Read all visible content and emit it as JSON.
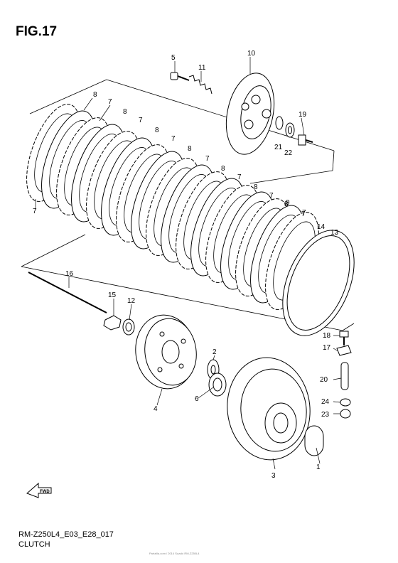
{
  "figure": {
    "title": "FIG.17",
    "model_code": "RM-Z250L4_E03_E28_017",
    "section_name": "CLUTCH",
    "footer_note": "Partzilla.com / 2014 Suzuki RM-Z250L4",
    "forward_arrow_label": "FWD"
  },
  "callouts": [
    {
      "text": "5"
    },
    {
      "text": "10"
    },
    {
      "text": "11"
    },
    {
      "text": "8"
    },
    {
      "text": "7"
    },
    {
      "text": "8"
    },
    {
      "text": "7"
    },
    {
      "text": "8"
    },
    {
      "text": "7"
    },
    {
      "text": "8"
    },
    {
      "text": "7"
    },
    {
      "text": "8"
    },
    {
      "text": "7"
    },
    {
      "text": "8"
    },
    {
      "text": "7"
    },
    {
      "text": "8"
    },
    {
      "text": "7"
    },
    {
      "text": "9"
    },
    {
      "text": "7"
    },
    {
      "text": "14"
    },
    {
      "text": "13"
    },
    {
      "text": "19"
    },
    {
      "text": "21"
    },
    {
      "text": "22"
    },
    {
      "text": "7"
    },
    {
      "text": "16"
    },
    {
      "text": "15"
    },
    {
      "text": "12"
    },
    {
      "text": "2"
    },
    {
      "text": "6"
    },
    {
      "text": "4"
    },
    {
      "text": "3"
    },
    {
      "text": "18"
    },
    {
      "text": "17"
    },
    {
      "text": "20"
    },
    {
      "text": "24"
    },
    {
      "text": "23"
    },
    {
      "text": "1"
    }
  ]
}
